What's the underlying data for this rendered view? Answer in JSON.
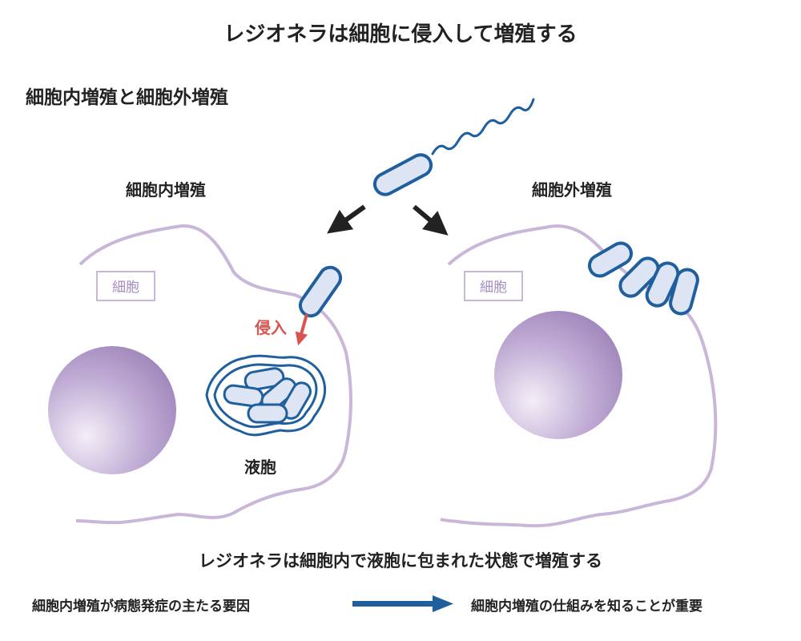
{
  "title": "レジオネラは細胞に侵入して増殖する",
  "section_title": "細胞内増殖と細胞外増殖",
  "intracellular": {
    "heading": "細胞内増殖",
    "cell_label": "細胞",
    "invasion_label": "侵入",
    "vacuole_label": "液胞"
  },
  "extracellular": {
    "heading": "細胞外増殖",
    "cell_label": "細胞"
  },
  "conclusion": "レジオネラは細胞内で液胞に包まれた状態で増殖する",
  "bottom": {
    "left_text": "細胞内増殖が病態発症の主たる要因",
    "right_text": "細胞内増殖の仕組みを知ることが重要"
  },
  "colors": {
    "bacteria_outline": "#1f5f9e",
    "bacteria_fill": "#dde4f4",
    "cell_membrane": "#c9b6d8",
    "nucleus": "#a58cc0",
    "invasion_arrow": "#d9534f",
    "main_arrow": "#222222",
    "bottom_arrow": "#1f5f9e"
  }
}
